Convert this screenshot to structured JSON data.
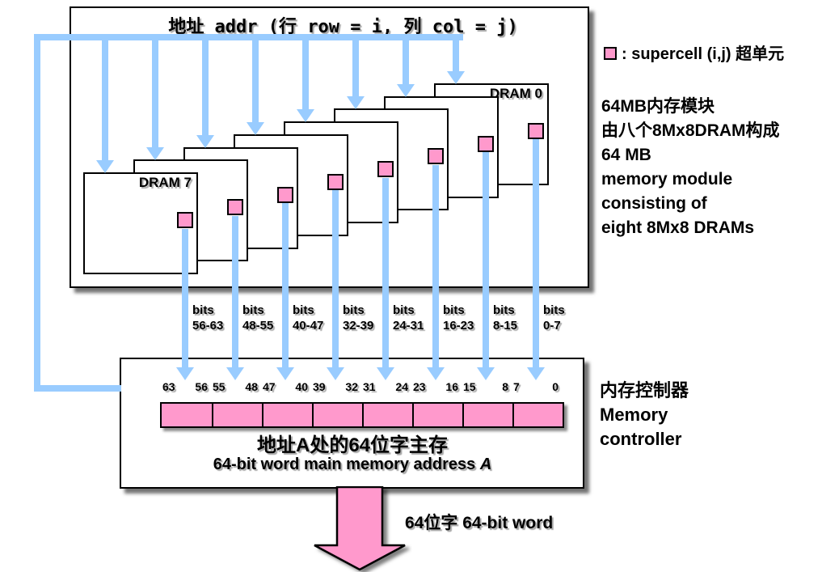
{
  "colors": {
    "bus_blue": "#99CCFF",
    "cell_pink": "#FF99CC"
  },
  "top_box": {
    "title": "地址 addr (行 row = i, 列 col = j)"
  },
  "drams": [
    {
      "label": "DRAM 0"
    },
    {
      "label": ""
    },
    {
      "label": ""
    },
    {
      "label": ""
    },
    {
      "label": ""
    },
    {
      "label": ""
    },
    {
      "label": ""
    },
    {
      "label": "DRAM 7"
    }
  ],
  "legend": {
    "label": ": supercell (i,j) 超单元"
  },
  "module_note": {
    "lines": [
      "64MB内存模块",
      "由八个8Mx8DRAM构成",
      "64 MB",
      "memory module",
      "consisting of",
      "eight 8Mx8 DRAMs"
    ]
  },
  "bits_labels": [
    {
      "word": "bits",
      "range": "56-63"
    },
    {
      "word": "bits",
      "range": "48-55"
    },
    {
      "word": "bits",
      "range": "40-47"
    },
    {
      "word": "bits",
      "range": "32-39"
    },
    {
      "word": "bits",
      "range": "24-31"
    },
    {
      "word": "bits",
      "range": "16-23"
    },
    {
      "word": "bits",
      "range": "8-15"
    },
    {
      "word": "bits",
      "range": "0-7"
    }
  ],
  "controller": {
    "bit_cells": [
      {
        "hi": "63",
        "lo": "56"
      },
      {
        "hi": "55",
        "lo": "48"
      },
      {
        "hi": "47",
        "lo": "40"
      },
      {
        "hi": "39",
        "lo": "32"
      },
      {
        "hi": "31",
        "lo": "24"
      },
      {
        "hi": "23",
        "lo": "16"
      },
      {
        "hi": "15",
        "lo": "8"
      },
      {
        "hi": "7",
        "lo": "0"
      }
    ],
    "caption_cn": "地址A处的64位字主存",
    "caption_en": "64-bit word main memory address ",
    "caption_en_suffix": "A",
    "side_label_lines": [
      "内存控制器",
      "Memory",
      "controller"
    ]
  },
  "output": {
    "label": "64位字 64-bit word"
  }
}
